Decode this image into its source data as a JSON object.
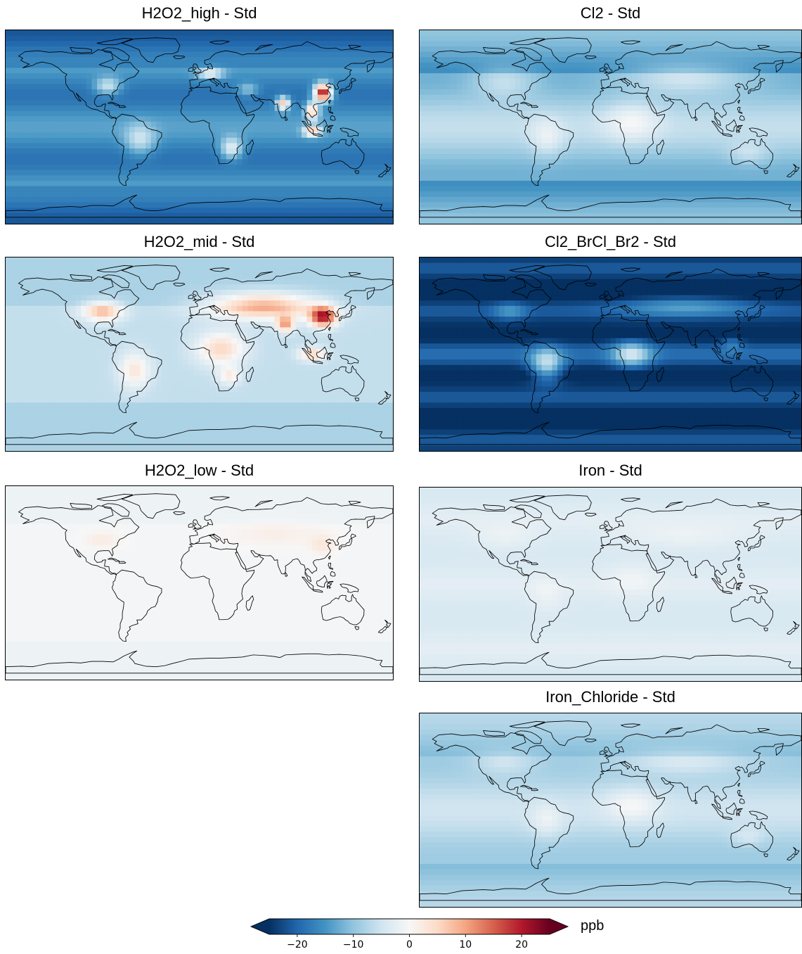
{
  "chart_data": [
    {
      "type": "heatmap",
      "title": "H2O2_high - Std",
      "pattern": "high"
    },
    {
      "type": "heatmap",
      "title": "Cl2 - Std",
      "pattern": "cl2"
    },
    {
      "type": "heatmap",
      "title": "H2O2_mid - Std",
      "pattern": "mid"
    },
    {
      "type": "heatmap",
      "title": "Cl2_BrCl_Br2 - Std",
      "pattern": "cl2brcl"
    },
    {
      "type": "heatmap",
      "title": "H2O2_low - Std",
      "pattern": "low"
    },
    {
      "type": "heatmap",
      "title": "Iron - Std",
      "pattern": "iron"
    },
    {
      "type": "heatmap",
      "title": "Iron_Chloride - Std",
      "pattern": "ironcl"
    }
  ],
  "colorbar": {
    "colormap": "RdBu_r",
    "vmin": -25,
    "vmax": 25,
    "extend": "both",
    "ticks": [
      -20,
      -10,
      0,
      10,
      20
    ],
    "tick_labels": [
      "−20",
      "−10",
      "0",
      "10",
      "20"
    ],
    "unit": "ppb"
  },
  "colors": {
    "coast": "#000000",
    "cmap_stops": [
      "#053061",
      "#2166ac",
      "#4393c3",
      "#92c5de",
      "#d1e5f0",
      "#f7f7f7",
      "#fddbc7",
      "#f4a582",
      "#d6604d",
      "#b2182b",
      "#67001f"
    ]
  }
}
